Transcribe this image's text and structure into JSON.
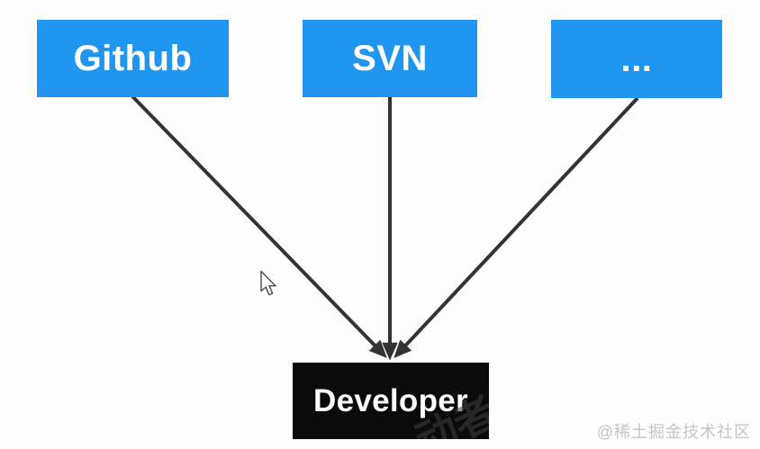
{
  "diagram": {
    "type": "flow",
    "nodes": {
      "github": {
        "label": "Github",
        "role": "source"
      },
      "svn": {
        "label": "SVN",
        "role": "source"
      },
      "more": {
        "label": "...",
        "role": "source"
      },
      "developer": {
        "label": "Developer",
        "role": "target"
      }
    },
    "edges": [
      {
        "from": "Github",
        "to": "Developer"
      },
      {
        "from": "SVN",
        "to": "Developer"
      },
      {
        "from": "...",
        "to": "Developer"
      }
    ],
    "colors": {
      "source_box": "#2196f0",
      "target_box": "#0b0b0b",
      "arrow": "#333333",
      "node_text": "#ffffff",
      "background": "#fdfdfd",
      "watermark_color": "#c6c6c6"
    }
  },
  "overlay": {
    "community_watermark": "@稀土掘金技术社区",
    "box_watermark_fragment": "动者"
  }
}
